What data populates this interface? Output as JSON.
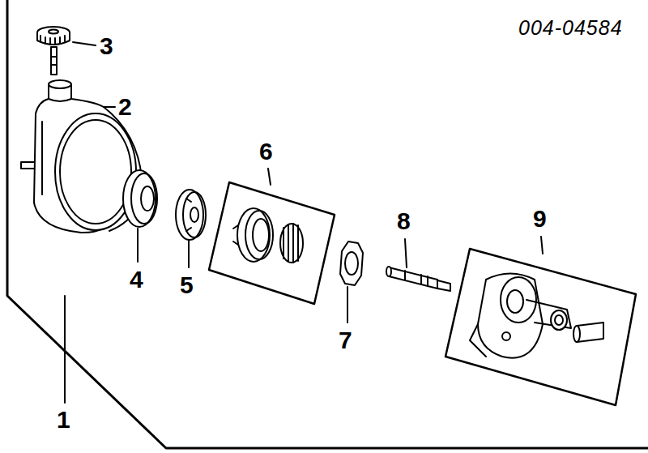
{
  "diagram": {
    "labels": [
      "004-04584",
      "3",
      "2",
      "6",
      "8",
      "9",
      "4",
      "5",
      "7",
      "1"
    ]
  }
}
